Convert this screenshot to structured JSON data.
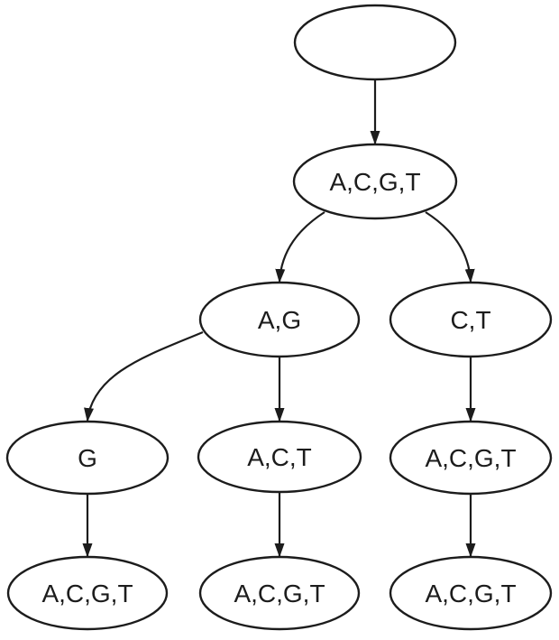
{
  "diagram": {
    "title": "dna-base-partition-tree",
    "background_color": "#ffffff",
    "stroke_color": "#1c1c1c",
    "nodes": [
      {
        "id": "root",
        "label": ""
      },
      {
        "id": "acgt-level2",
        "label": "A,C,G,T"
      },
      {
        "id": "ag",
        "label": "A,G"
      },
      {
        "id": "ct",
        "label": "C,T"
      },
      {
        "id": "g",
        "label": "G"
      },
      {
        "id": "act",
        "label": "A,C,T"
      },
      {
        "id": "acgt-level4",
        "label": "A,C,G,T"
      },
      {
        "id": "leaf-left",
        "label": "A,C,G,T"
      },
      {
        "id": "leaf-middle",
        "label": "A,C,G,T"
      },
      {
        "id": "leaf-right",
        "label": "A,C,G,T"
      }
    ],
    "edges": [
      {
        "from": "root",
        "to": "acgt-level2"
      },
      {
        "from": "acgt-level2",
        "to": "ag"
      },
      {
        "from": "acgt-level2",
        "to": "ct"
      },
      {
        "from": "ag",
        "to": "g"
      },
      {
        "from": "ag",
        "to": "act"
      },
      {
        "from": "ct",
        "to": "acgt-level4"
      },
      {
        "from": "g",
        "to": "leaf-left"
      },
      {
        "from": "act",
        "to": "leaf-middle"
      },
      {
        "from": "acgt-level4",
        "to": "leaf-right"
      }
    ]
  }
}
